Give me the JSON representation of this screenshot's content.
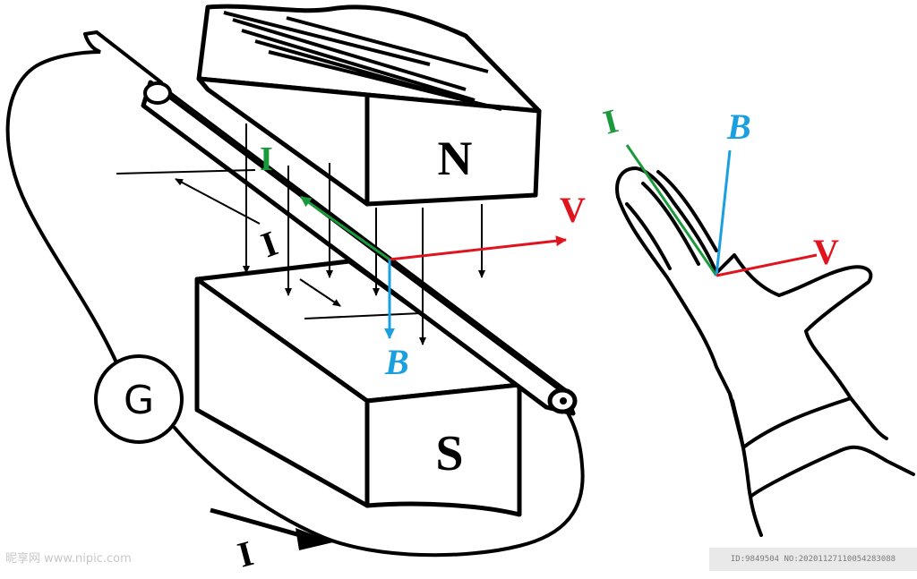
{
  "diagram": {
    "labels": {
      "north": "N",
      "south": "S",
      "galvanometer": "G",
      "current_main": "I",
      "current_green": "I",
      "current_field": "I",
      "velocity": "V",
      "field_b": "B",
      "hand_current": "I",
      "hand_field": "B",
      "hand_velocity": "V"
    },
    "colors": {
      "ink": "#000000",
      "current": "#1a9a3c",
      "velocity": "#e0141e",
      "field": "#1aa0e0"
    }
  },
  "watermark": {
    "site": "昵享网 www.nipic.com",
    "id_text": "ID:9849504 NO:20201127110054283088"
  }
}
